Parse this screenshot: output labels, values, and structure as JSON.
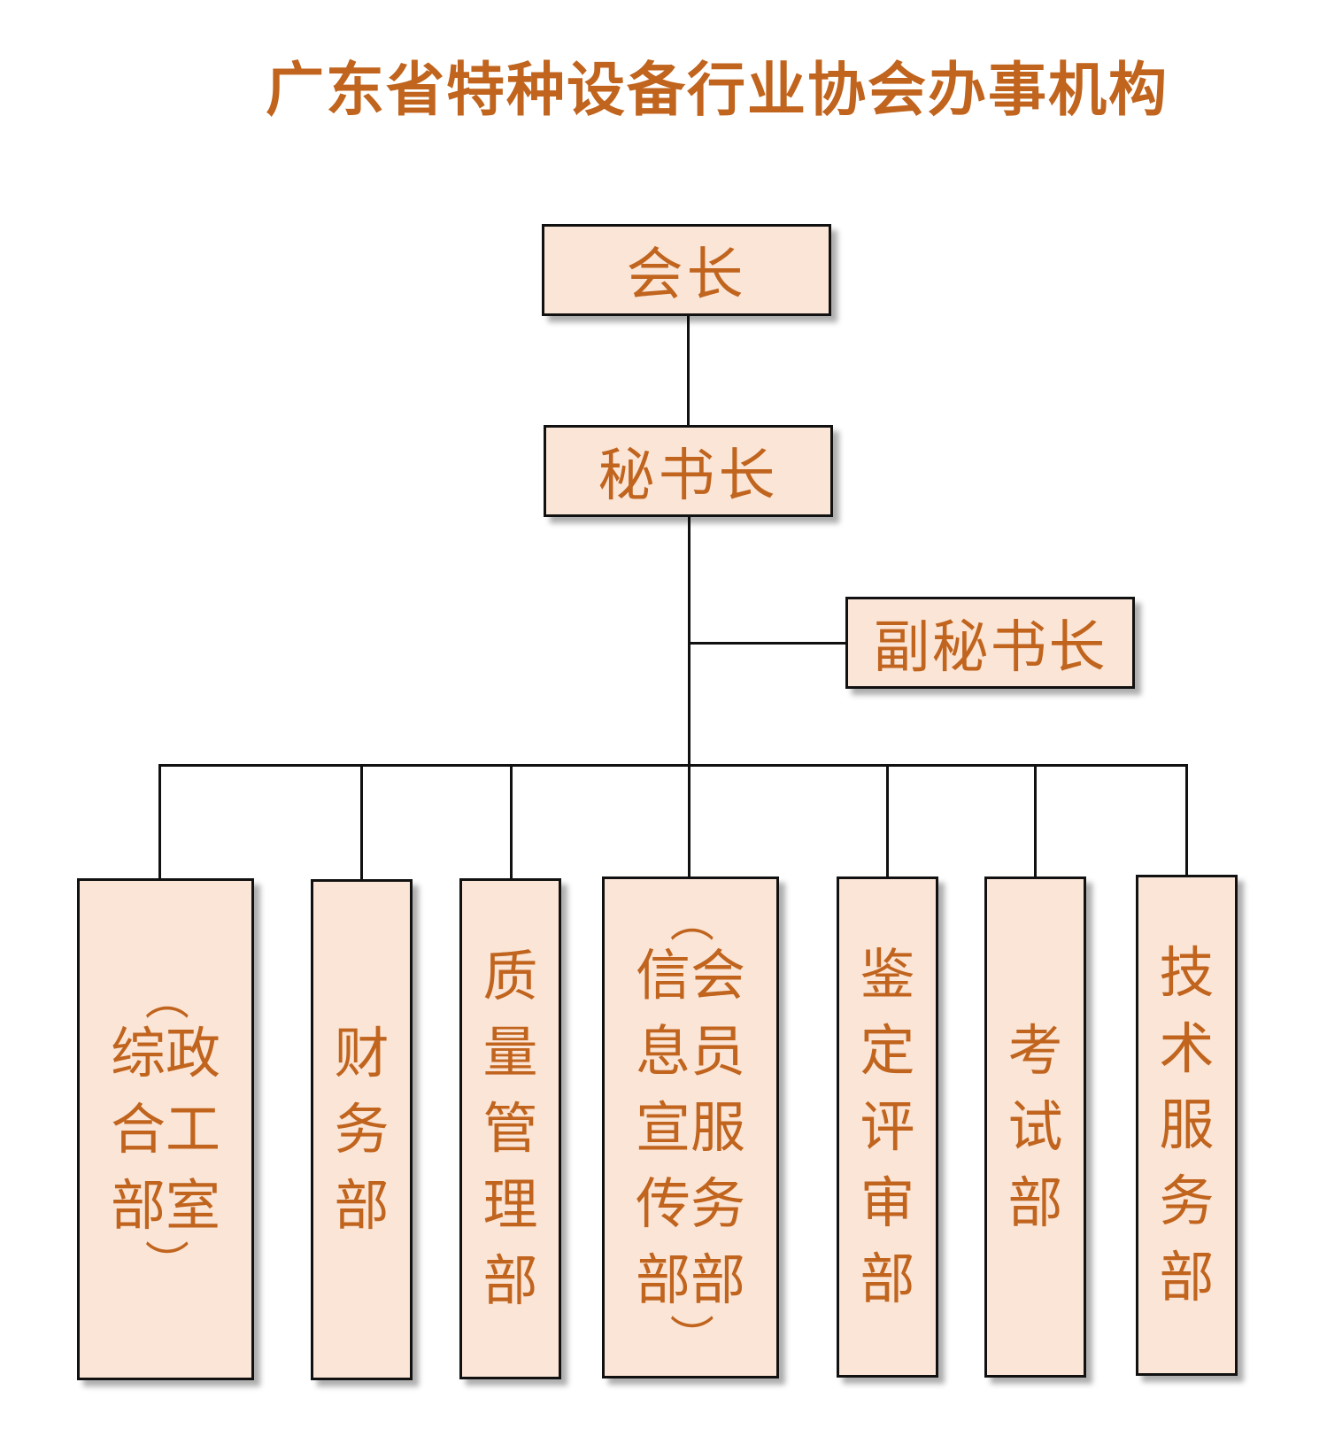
{
  "title": "广东省特种设备行业协会办事机构",
  "nodes": {
    "president": "会长",
    "secretary_general": "秘书长",
    "deputy_secretary_general": "副秘书长"
  },
  "departments": {
    "general_office": {
      "lines": [
        "（",
        "综政",
        "合工",
        "部室",
        "）"
      ]
    },
    "finance": "财务部",
    "quality": "质量管理部",
    "info_member": {
      "lines": [
        "（",
        "信会",
        "息员",
        "宣服",
        "传务",
        "部部",
        "）"
      ]
    },
    "appraisal": "鉴定评审部",
    "exam": "考试部",
    "tech_service": "技术服务部"
  }
}
